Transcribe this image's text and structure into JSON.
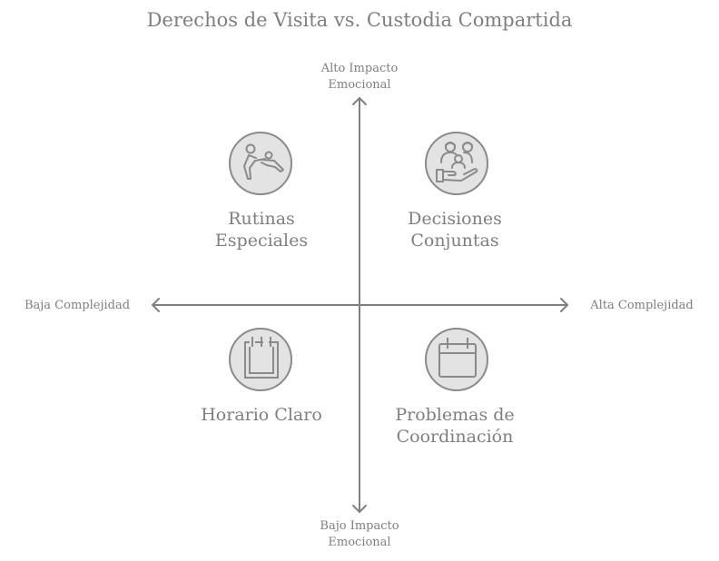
{
  "title": "Derechos de Visita vs. Custodia Compartida",
  "axes": {
    "y_top": [
      "Alto Impacto",
      "Emocional"
    ],
    "y_bottom": [
      "Bajo Impacto",
      "Emocional"
    ],
    "x_left": "Baja Complejidad",
    "x_right": "Alta Complejidad"
  },
  "quadrants": [
    {
      "position": "top-left",
      "lines": [
        "Rutinas",
        "Especiales"
      ],
      "icon": "parent-child-play-icon"
    },
    {
      "position": "top-right",
      "lines": [
        "Decisiones",
        "Conjuntas"
      ],
      "icon": "family-hand-icon"
    },
    {
      "position": "bottom-left",
      "lines": [
        "Horario Claro"
      ],
      "icon": "notepad-icon"
    },
    {
      "position": "bottom-right",
      "lines": [
        "Problemas de",
        "Coordinación"
      ],
      "icon": "calendar-icon"
    }
  ],
  "colors": {
    "text": "#7f7f7f",
    "axis": "#808080",
    "icon_fill": "#e3e3e3",
    "icon_stroke": "#8a8a8a"
  }
}
